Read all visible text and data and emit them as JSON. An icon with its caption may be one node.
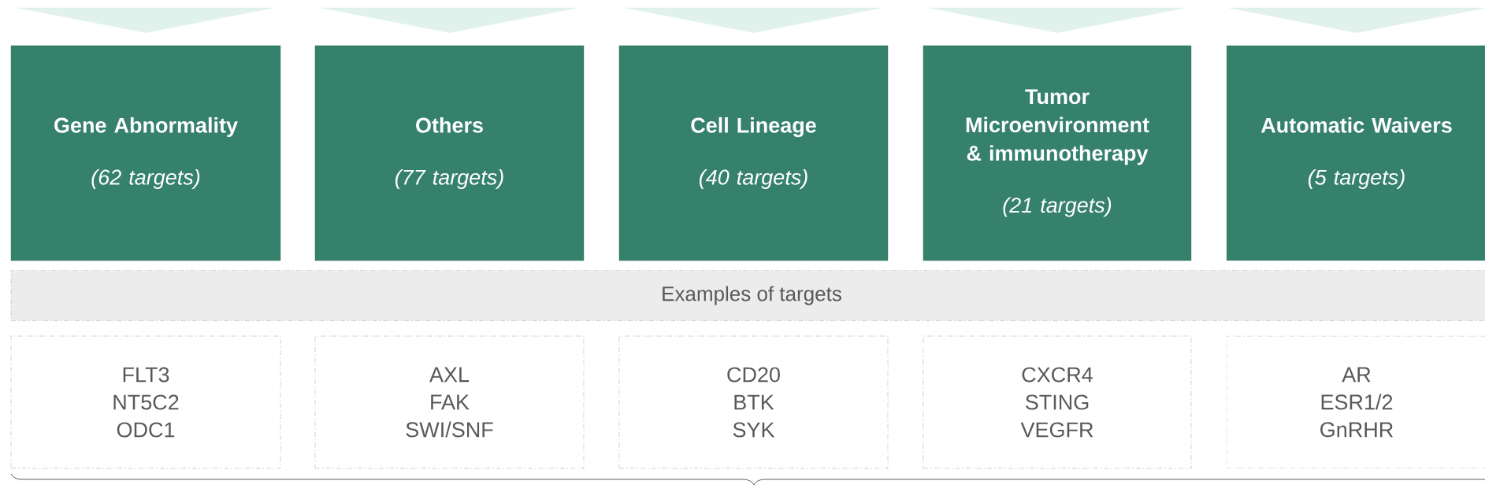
{
  "diagram": {
    "nodes": [
      {
        "text": [
          "Gene Abnormality",
          "(62 targets)"
        ]
      },
      {
        "text": [
          "Others",
          "(77 targets)"
        ]
      },
      {
        "text": [
          "Cell Lineage",
          "(40 targets)"
        ]
      },
      {
        "text": [
          "Tumor Microenvironment & immunotherapy",
          "(21 targets)"
        ]
      },
      {
        "text": [
          "Automatic Waivers",
          "(5 targets)"
        ]
      },
      {
        "text": [
          "Examples of targets"
        ]
      },
      {
        "text": [
          "FLT3",
          "NT5C2",
          "ODC1"
        ]
      },
      {
        "text": [
          "AXL",
          "FAK",
          "SWI/SNF"
        ]
      },
      {
        "text": [
          "CD20",
          "BTK",
          "SYK"
        ]
      },
      {
        "text": [
          "CXCR4",
          "STING",
          "VEGFR"
        ]
      },
      {
        "text": [
          "AR",
          "ESR1/2",
          "GnRHR"
        ]
      }
    ],
    "edges": [
      {
        "from": null,
        "to": 0,
        "arrow": "to"
      },
      {
        "from": null,
        "to": 1,
        "arrow": "to"
      },
      {
        "from": null,
        "to": 2,
        "arrow": "to"
      },
      {
        "from": null,
        "to": 3,
        "arrow": "to"
      },
      {
        "from": null,
        "to": 4,
        "arrow": "to"
      }
    ]
  }
}
